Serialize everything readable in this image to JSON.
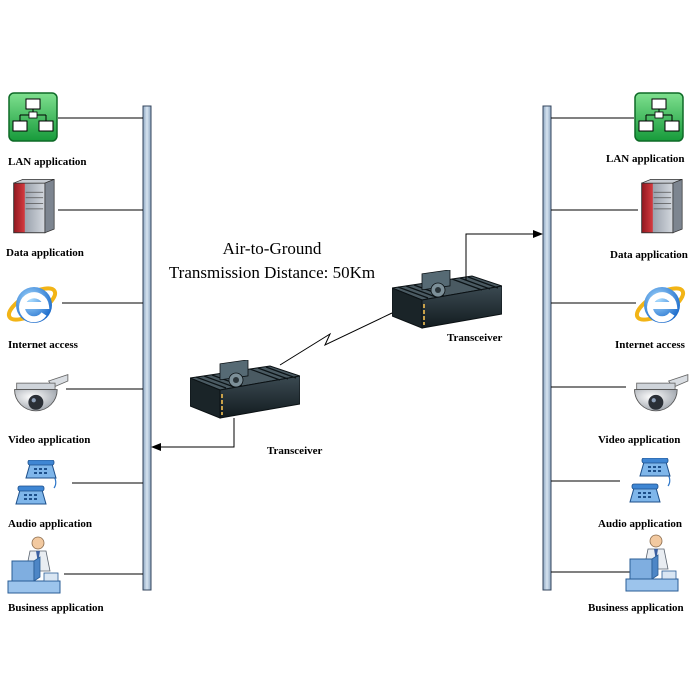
{
  "title": {
    "line1": "Air-to-Ground",
    "line2": "Transmission Distance: 50Km"
  },
  "transceivers": {
    "ground": "Transceiver",
    "air": "Transceiver"
  },
  "left_apps": [
    {
      "label": "LAN application",
      "icon": "lan-icon"
    },
    {
      "label": "Data application",
      "icon": "server-icon"
    },
    {
      "label": "Internet access",
      "icon": "internet-explorer-icon"
    },
    {
      "label": "Video application",
      "icon": "dome-camera-icon"
    },
    {
      "label": "Audio application",
      "icon": "telephone-icon"
    },
    {
      "label": "Business application",
      "icon": "office-worker-icon"
    }
  ],
  "right_apps": [
    {
      "label": "LAN application",
      "icon": "lan-icon"
    },
    {
      "label": "Data application",
      "icon": "server-icon"
    },
    {
      "label": "Internet access",
      "icon": "internet-explorer-icon"
    },
    {
      "label": "Video application",
      "icon": "dome-camera-icon"
    },
    {
      "label": "Audio application",
      "icon": "telephone-icon"
    },
    {
      "label": "Business application",
      "icon": "office-worker-icon"
    }
  ],
  "colors": {
    "bus": "#b9cde2",
    "bus_stroke": "#34465e",
    "lan_green": "#22b14c",
    "server_red": "#c0272d",
    "device_dark": "#1d2a2e"
  }
}
